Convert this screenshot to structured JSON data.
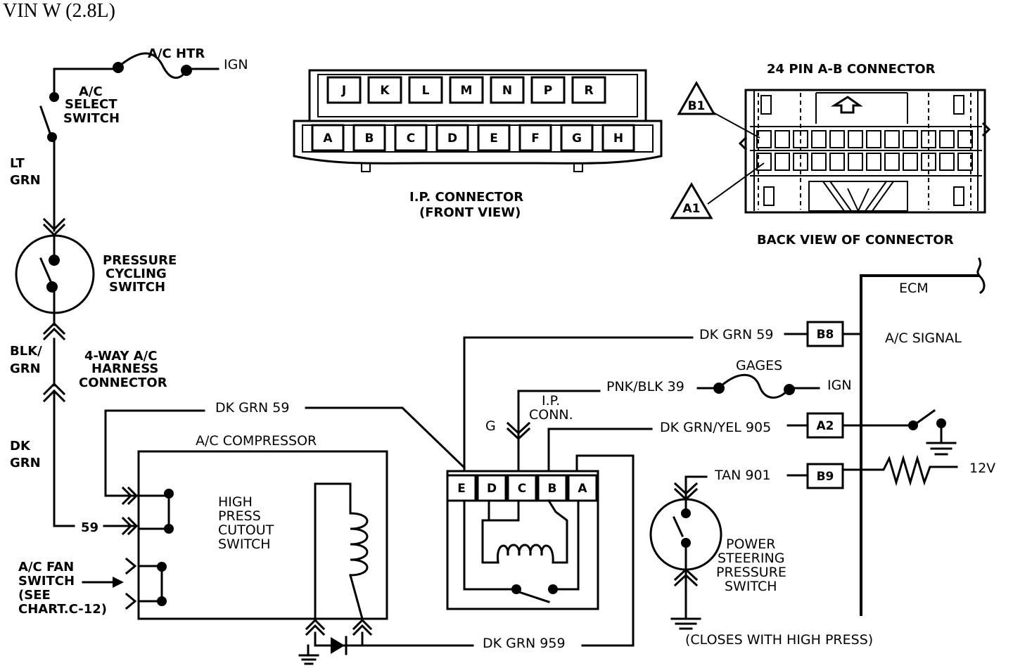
{
  "title": "VIN W (2.8L)",
  "left_circuit": {
    "fuse_label": "A/C HTR",
    "ign": "IGN",
    "select_switch": [
      "A/C",
      "SELECT",
      "SWITCH"
    ],
    "wire_lt_grn": [
      "LT",
      "GRN"
    ],
    "pressure_switch": [
      "PRESSURE",
      "CYCLING",
      "SWITCH"
    ],
    "wire_blk_grn": [
      "BLK/",
      "GRN"
    ],
    "harness_connector": [
      "4-WAY A/C",
      "HARNESS",
      "CONNECTOR"
    ],
    "wire_dk_grn": [
      "DK",
      "GRN"
    ],
    "pin_59": "59",
    "fan_switch": [
      "A/C FAN",
      "SWITCH",
      "(SEE",
      "CHART.C-12)"
    ]
  },
  "ip_connector": {
    "top_pins": [
      "J",
      "K",
      "L",
      "M",
      "N",
      "P",
      "R"
    ],
    "bottom_pins": [
      "A",
      "B",
      "C",
      "D",
      "E",
      "F",
      "G",
      "H"
    ],
    "caption": [
      "I.P. CONNECTOR",
      "(FRONT VIEW)"
    ]
  },
  "ab_connector": {
    "title": "24 PIN A-B  CONNECTOR",
    "marker_b1": "B1",
    "marker_a1": "A1",
    "caption": "BACK VIEW OF CONNECTOR"
  },
  "compressor": {
    "title": "A/C COMPRESSOR",
    "inner": [
      "HIGH",
      "PRESS",
      "CUTOUT",
      "SWITCH"
    ],
    "wire_top": "DK GRN 59"
  },
  "relay": {
    "pins": [
      "E",
      "D",
      "C",
      "B",
      "A"
    ],
    "g_label": "G",
    "ip_conn": [
      "I.P.",
      "CONN."
    ]
  },
  "wires": {
    "dk_grn_59": "DK GRN 59",
    "pnk_blk_39": "PNK/BLK 39",
    "gages": "GAGES",
    "ign": "IGN",
    "dk_grn_yel_905": "DK GRN/YEL  905",
    "tan_901": "TAN  901",
    "dk_grn_959": "DK GRN 959"
  },
  "ecm": {
    "label": "ECM",
    "pin_b8": "B8",
    "pin_a2": "A2",
    "pin_b9": "B9",
    "ac_signal": "A/C SIGNAL",
    "volt": "12V"
  },
  "power_steering": {
    "label": [
      "POWER",
      "STEERING",
      "PRESSURE",
      "SWITCH"
    ],
    "note": "(CLOSES WITH HIGH PRESS)"
  }
}
